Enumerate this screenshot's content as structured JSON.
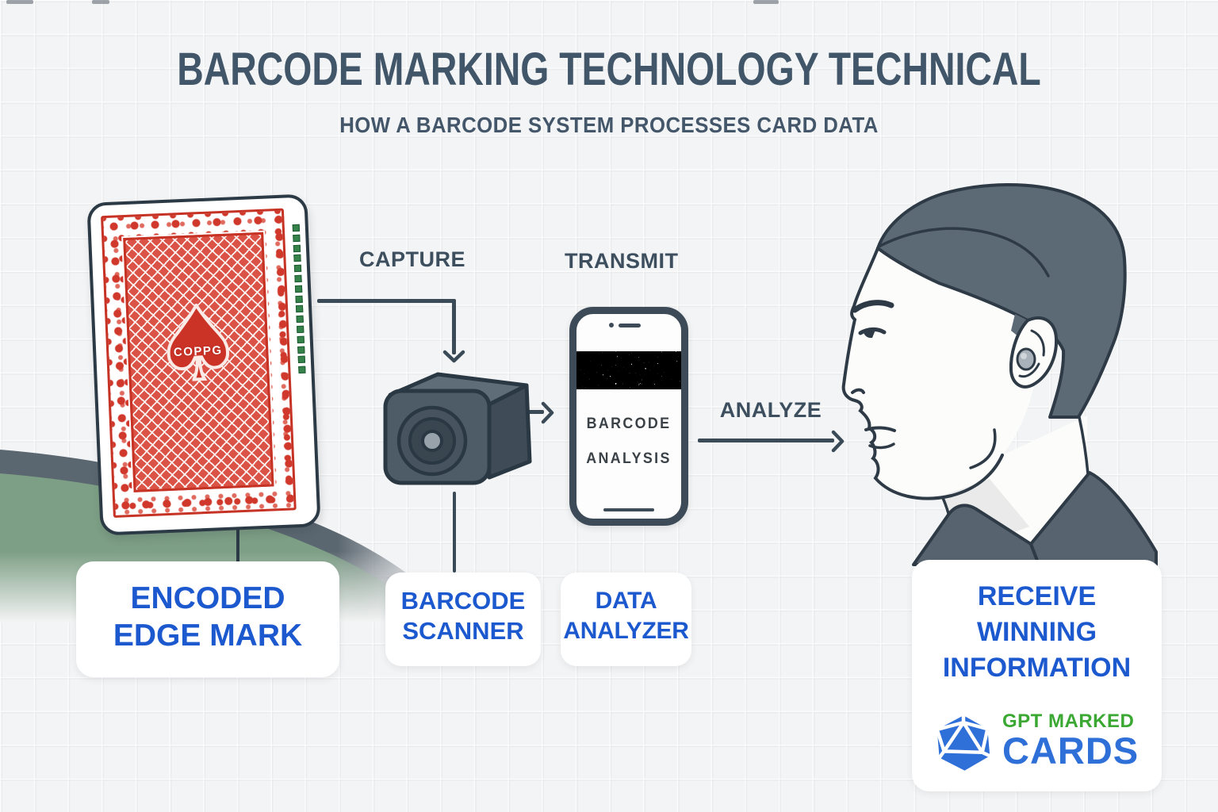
{
  "title": "BARCODE MARKING TECHNOLOGY TECHNICAL",
  "subtitle": "HOW A BARCODE SYSTEM PROCESSES CARD DATA",
  "flow": {
    "capture": "CAPTURE",
    "transmit": "TRANSMIT",
    "analyze": "ANALYZE"
  },
  "card": {
    "brand": "COPPG",
    "suit_glyph": "♠"
  },
  "phone_screen": {
    "line1": "BARCODE",
    "line2": "ANALYSIS"
  },
  "steps": [
    {
      "id": "encoded-edge-mark",
      "label": "ENCODED\nEDGE MARK"
    },
    {
      "id": "barcode-scanner",
      "label": "BARCODE\nSCANNER"
    },
    {
      "id": "data-analyzer",
      "label": "DATA\nANALYZER"
    },
    {
      "id": "receive-winning-information",
      "label": "RECEIVE\nWINNING\nINFORMATION"
    }
  ],
  "logo": {
    "line1": "GPT MARKED",
    "line2": "CARDS",
    "icon": "d20-dice-icon"
  },
  "colors": {
    "accent_blue": "#1c59cf",
    "title_ink": "#42566a",
    "outline_ink": "#2e3b47",
    "card_red": "#d0382b",
    "edge_mark_green": "#35824a",
    "felt_green": "#7d9f85",
    "logo_green": "#3aa832",
    "logo_blue": "#2f6fd8"
  }
}
